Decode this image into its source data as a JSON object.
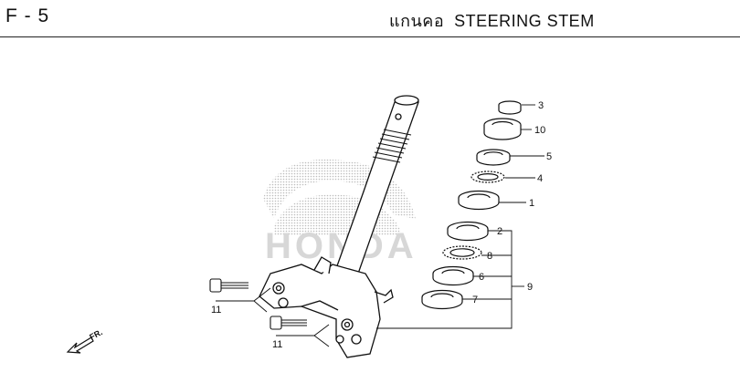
{
  "header": {
    "page_code": "F - 5",
    "title_thai": "แกนคอ",
    "title_en": "STEERING STEM"
  },
  "watermark": {
    "text": "HONDA"
  },
  "direction_marker": {
    "text": "FR."
  },
  "callouts": [
    "3",
    "10",
    "5",
    "4",
    "1",
    "2",
    "8",
    "6",
    "7",
    "9",
    "11",
    "11"
  ]
}
